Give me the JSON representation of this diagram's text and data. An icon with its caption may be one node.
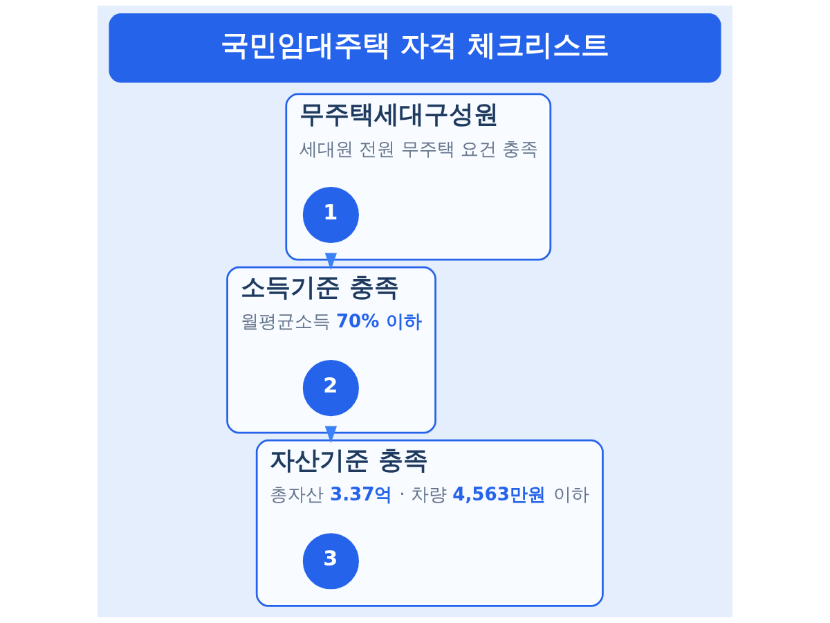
{
  "diagram": {
    "title": "국민임대주택 자격 체크리스트",
    "nodes": [
      {
        "text": [
          "무주택세대구성원",
          "세대원 전원 무주택 요건 충족"
        ]
      },
      {
        "text": [
          "1"
        ],
        "in": 0
      },
      {
        "text": [
          "소득기준 충족",
          "월평균소득 **70% 이하**"
        ]
      },
      {
        "text": [
          "2"
        ],
        "in": 2
      },
      {
        "text": [
          "자산기준 충족",
          "총자산 **3.37억** · 차량 **4,563만원** 이하"
        ]
      },
      {
        "text": [
          "3"
        ],
        "in": 4
      }
    ],
    "edges": [
      {
        "from": 0,
        "to": 2,
        "arrow": "to"
      },
      {
        "from": 2,
        "to": 4,
        "arrow": "to"
      }
    ]
  }
}
